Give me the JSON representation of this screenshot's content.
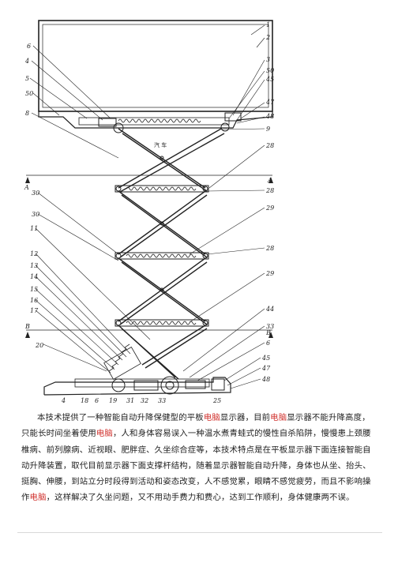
{
  "diagram": {
    "section_marks": {
      "a_left": "A",
      "a_right": "A",
      "b_left": "B",
      "b_right": "B"
    },
    "part_labels_right": [
      "1",
      "2",
      "3",
      "50",
      "45",
      "47",
      "48",
      "9",
      "28",
      "28",
      "29",
      "28",
      "29",
      "44",
      "33",
      "6",
      "45",
      "47",
      "48"
    ],
    "part_labels_left": [
      "6",
      "4",
      "5",
      "50",
      "8",
      "30",
      "30",
      "11",
      "12",
      "13",
      "14",
      "15",
      "16",
      "17",
      "20"
    ],
    "part_labels_bottom": [
      "4",
      "18",
      "6",
      "19",
      "31",
      "32",
      "33",
      "25"
    ],
    "stamp_text": "汽  车"
  },
  "description": {
    "segments": [
      {
        "text": "本技术提供了一种智能自动升降保健型的平板",
        "hl": false
      },
      {
        "text": "电脑",
        "hl": true
      },
      {
        "text": "显示器，目前",
        "hl": false
      },
      {
        "text": "电脑",
        "hl": true
      },
      {
        "text": "显示器不能升降高度，只能长时间坐着使用",
        "hl": false
      },
      {
        "text": "电脑",
        "hl": true
      },
      {
        "text": "，人和身体容易误入一种温水煮青蛙式的慢性自杀陷阱，慢慢患上颈腰椎病、前列腺病、近视眼、肥胖症、久坐综合症等，本技术特点是在平板显示器下面连接智能自动升降装置，取代目前显示器下面支撑杆结构，随着显示器智能自动升降，身体也从坐、抬头、挺胸、伸腰，到站立分时段得到活动和姿态改变，人不感觉累，眼睛不感觉疲劳，而且不影响操作",
        "hl": false
      },
      {
        "text": "电脑",
        "hl": true
      },
      {
        "text": "，这样解决了久坐问题，又不用动手费力和费心，达到工作顺利，身体健康两不误。",
        "hl": false
      }
    ]
  }
}
